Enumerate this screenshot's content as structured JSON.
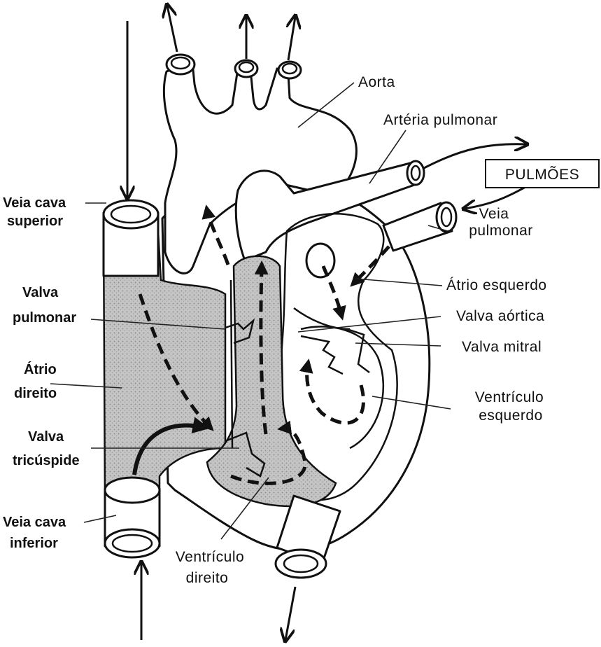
{
  "labels": {
    "aorta": "Aorta",
    "arteria_pulmonar": "Artéria pulmonar",
    "pulmoes": "PULMÕES",
    "veia_pulmonar_1": "Veia",
    "veia_pulmonar_2": "pulmonar",
    "atrio_esquerdo": "Átrio esquerdo",
    "valva_aortica": "Valva aórtica",
    "valva_mitral": "Valva mitral",
    "ventriculo_esquerdo_1": "Ventrículo",
    "ventriculo_esquerdo_2": "esquerdo",
    "veia_cava_superior_1": "Veia cava",
    "veia_cava_superior_2": "superior",
    "valva_pulmonar_1": "Valva",
    "valva_pulmonar_2": "pulmonar",
    "atrio_direito_1": "Átrio",
    "atrio_direito_2": "direito",
    "valva_tricuspide_1": "Valva",
    "valva_tricuspide_2": "tricúspide",
    "veia_cava_inferior_1": "Veia cava",
    "veia_cava_inferior_2": "inferior",
    "ventriculo_direito_1": "Ventrículo",
    "ventriculo_direito_2": "direito"
  },
  "colors": {
    "deoxygenated_shade": "#bdbdbd",
    "outline": "#111111",
    "background": "#ffffff"
  }
}
